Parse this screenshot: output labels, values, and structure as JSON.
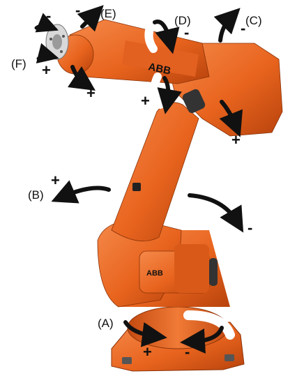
{
  "axes": [
    {
      "id": "A",
      "label": "(A)",
      "plus": "+",
      "minus": "-"
    },
    {
      "id": "B",
      "label": "(B)",
      "plus": "+",
      "minus": "-"
    },
    {
      "id": "C",
      "label": "(C)",
      "plus": "+",
      "minus": "-"
    },
    {
      "id": "D",
      "label": "(D)",
      "plus": "+",
      "minus": "-"
    },
    {
      "id": "E",
      "label": "(E)",
      "plus": "+",
      "minus": "-"
    },
    {
      "id": "F",
      "label": "(F)",
      "plus": "+",
      "minus": "-"
    }
  ],
  "branding": {
    "logo_text": "ABB"
  },
  "colors": {
    "robot_orange": "#e8641e",
    "robot_shade": "#c44a10",
    "robot_light": "#f5894a",
    "arrow": "#111111",
    "white": "#ffffff"
  }
}
